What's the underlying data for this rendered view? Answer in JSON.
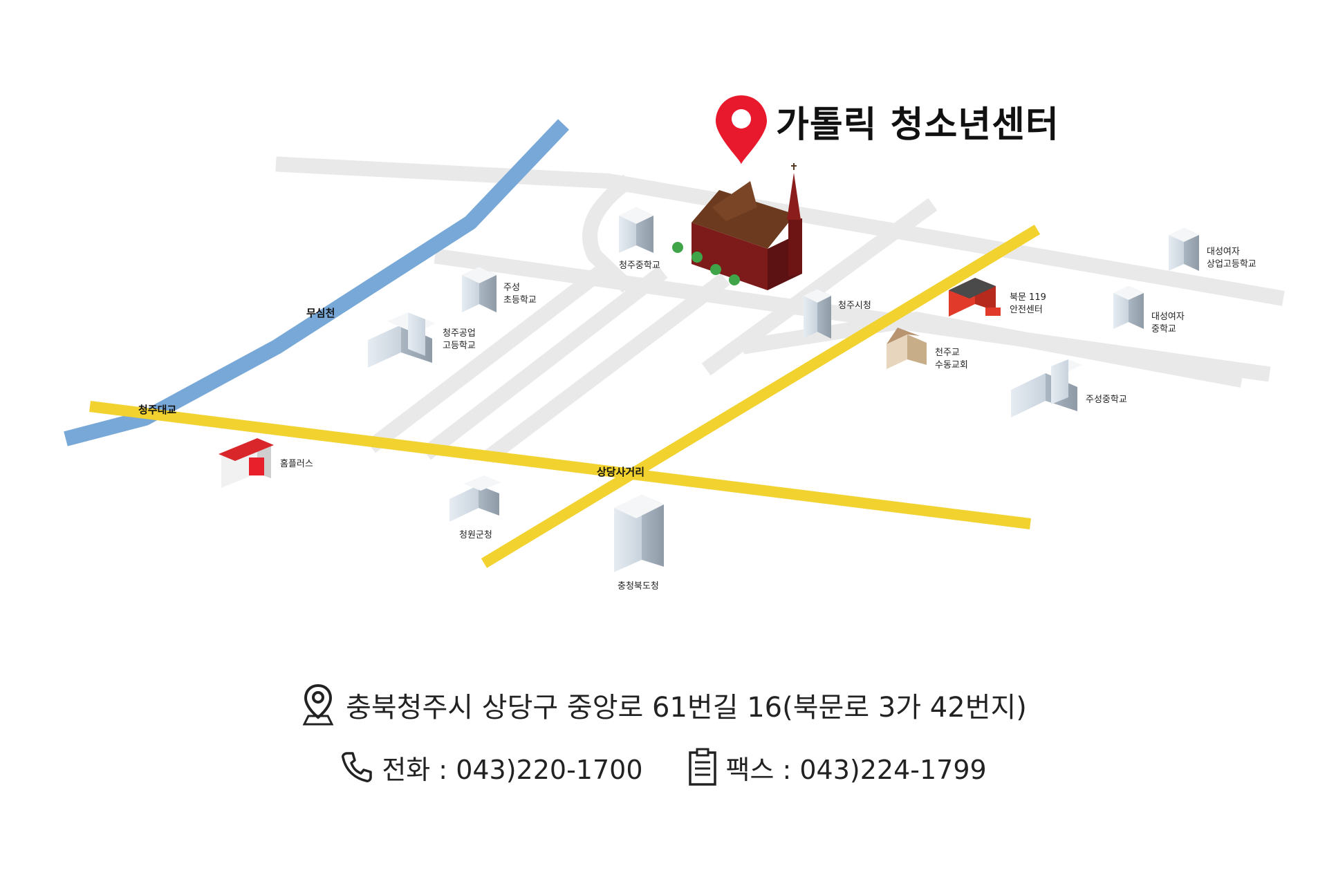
{
  "title": "가톨릭 청소년센터",
  "map": {
    "river": {
      "name": "무심천",
      "color": "#78a8d8"
    },
    "roads": {
      "main_color": "#f2d22e",
      "minor_color": "#e9e9e9",
      "bridge": "청주대교",
      "intersection": "상당사거리"
    },
    "landmarks": {
      "cheongju_middle": "청주중학교",
      "jusung_elem_1": "주성",
      "jusung_elem_2": "초등학교",
      "cheongju_tech_1": "청주공업",
      "cheongju_tech_2": "고등학교",
      "city_hall": "청주시청",
      "fire_station_1": "북문 119",
      "fire_station_2": "안전센터",
      "catholic_church_1": "천주교",
      "catholic_church_2": "수동교회",
      "daesung_girls_comm_1": "대성여자",
      "daesung_girls_comm_2": "상업고등학교",
      "daesung_girls_middle_1": "대성여자",
      "daesung_girls_middle_2": "중학교",
      "jusung_middle": "주성중학교",
      "homeplus": "홈플러스",
      "cheongwon_county": "청원군청",
      "chungbuk_provincial": "충청북도청"
    },
    "pin_color": "#e8192c",
    "church_color": "#8b1d1d"
  },
  "info": {
    "address": "충북청주시 상당구 중앙로 61번길 16(북문로 3가 42번지)",
    "phone": "전화 : 043)220-1700",
    "fax": "팩스 : 043)224-1799"
  }
}
